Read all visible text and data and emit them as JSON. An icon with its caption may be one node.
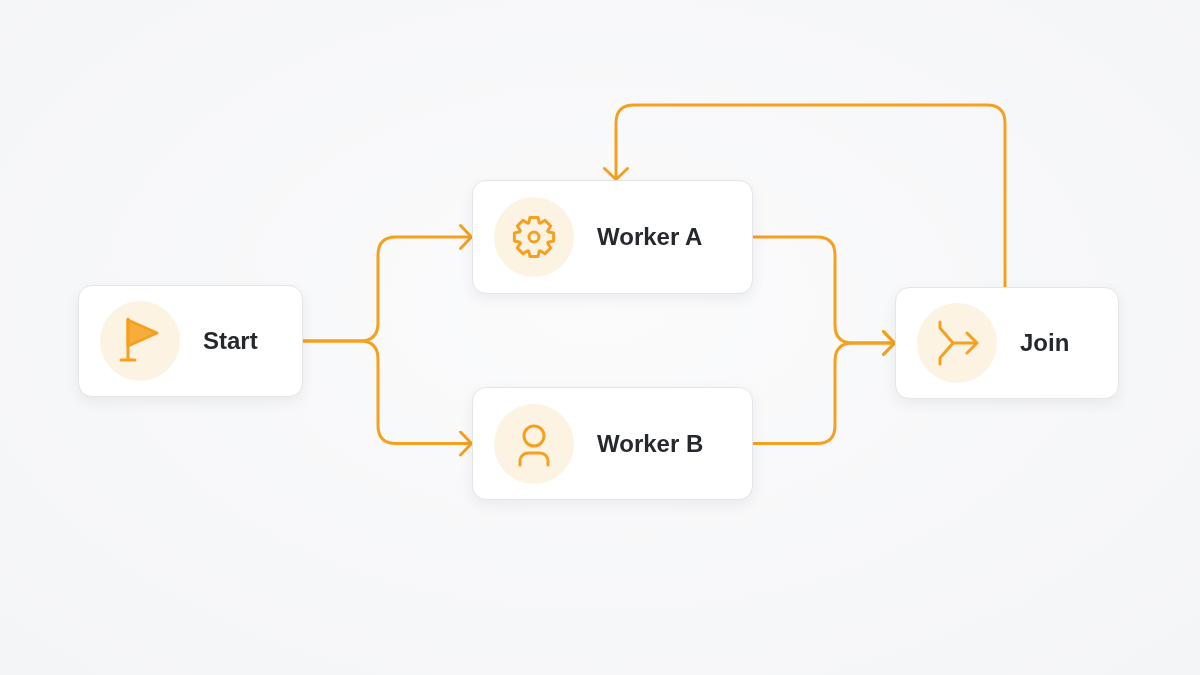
{
  "diagram": {
    "nodes": [
      {
        "text": [
          "Start"
        ]
      },
      {
        "text": [
          "Worker A"
        ]
      },
      {
        "text": [
          "Worker B"
        ]
      },
      {
        "text": [
          "Join"
        ]
      }
    ],
    "edges": [
      {
        "from": 0,
        "to": 1,
        "arrow": "to"
      },
      {
        "from": 0,
        "to": 2,
        "arrow": "to"
      },
      {
        "from": 1,
        "to": 3,
        "arrow": "to"
      },
      {
        "from": 2,
        "to": 3,
        "arrow": "to"
      },
      {
        "from": 3,
        "to": 1,
        "arrow": "to"
      }
    ]
  }
}
